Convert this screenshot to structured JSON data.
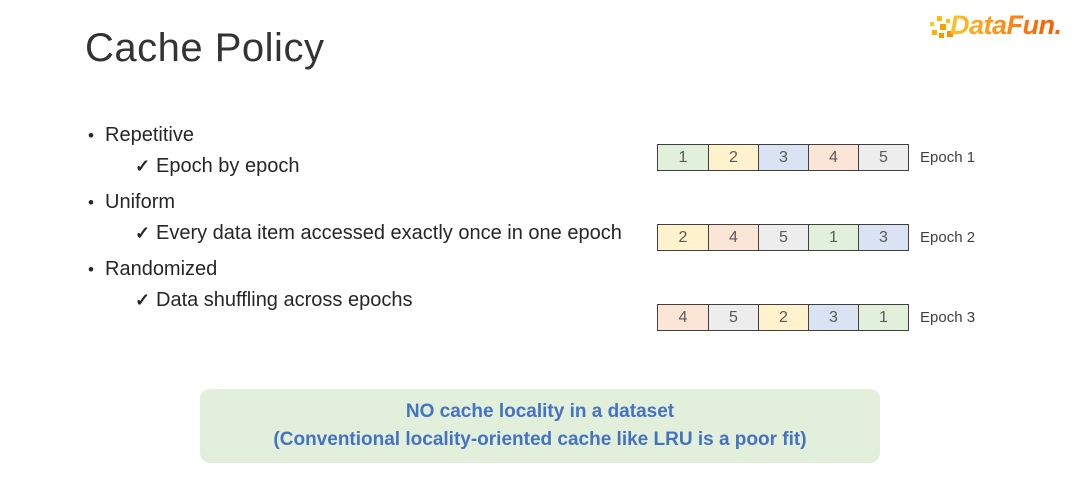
{
  "slide": {
    "title": "Cache Policy"
  },
  "logo": {
    "text": "DataFun.",
    "name": "datafun-logo",
    "color_start": "#ffc527",
    "color_end": "#ff5f00"
  },
  "glyphs": {
    "bullet": "•",
    "check": "✓"
  },
  "bullets": [
    {
      "label": "Repetitive",
      "sub": "Epoch by epoch"
    },
    {
      "label": "Uniform",
      "sub": "Every data item accessed exactly once in one epoch"
    },
    {
      "label": "Randomized",
      "sub": "Data shuffling across epochs"
    }
  ],
  "epochs": [
    {
      "label": "Epoch 1",
      "cells": [
        "1",
        "2",
        "3",
        "4",
        "5"
      ]
    },
    {
      "label": "Epoch 2",
      "cells": [
        "2",
        "4",
        "5",
        "1",
        "3"
      ]
    },
    {
      "label": "Epoch 3",
      "cells": [
        "4",
        "5",
        "2",
        "3",
        "1"
      ]
    }
  ],
  "cell_colors": {
    "1": "#e2efda",
    "2": "#fff2cc",
    "3": "#dae3f3",
    "4": "#fbe5d6",
    "5": "#ededed"
  },
  "cell_border_color": "#3f3f3f",
  "note": {
    "line1": "NO cache locality in a dataset",
    "line2": "(Conventional locality-oriented cache like LRU is a poor fit)",
    "bg_color": "#e2efda",
    "text_color": "#4472c4"
  }
}
